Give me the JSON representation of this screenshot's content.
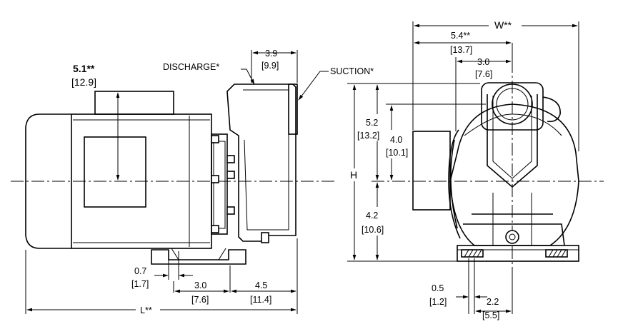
{
  "side_view": {
    "motor_height": {
      "primary": "5.1**",
      "secondary": "[12.9]"
    },
    "discharge_label": "DISCHARGE*",
    "suction_label": "SUCTION*",
    "pump_depth": {
      "primary": "3.9",
      "secondary": "[9.9]"
    },
    "foot_hole": {
      "primary": "0.7",
      "secondary": "[1.7]"
    },
    "foot_span": {
      "primary": "3.0",
      "secondary": "[7.6]"
    },
    "pump_length": {
      "primary": "4.5",
      "secondary": "[11.4]"
    },
    "overall_length": "L**"
  },
  "end_view": {
    "overall_width": "W**",
    "width_half": {
      "primary": "5.4**",
      "secondary": "[13.7]"
    },
    "suction_offset": {
      "primary": "3.0",
      "secondary": "[7.6]"
    },
    "upper_height": {
      "primary": "5.2",
      "secondary": "[13.2]"
    },
    "suction_height": {
      "primary": "4.0",
      "secondary": "[10.1]"
    },
    "overall_height": "H",
    "lower_height": {
      "primary": "4.2",
      "secondary": "[10.6]"
    },
    "foot_slot": {
      "primary": "0.5",
      "secondary": "[1.2]"
    },
    "foot_offset": {
      "primary": "2.2",
      "secondary": "[5.5]"
    }
  }
}
